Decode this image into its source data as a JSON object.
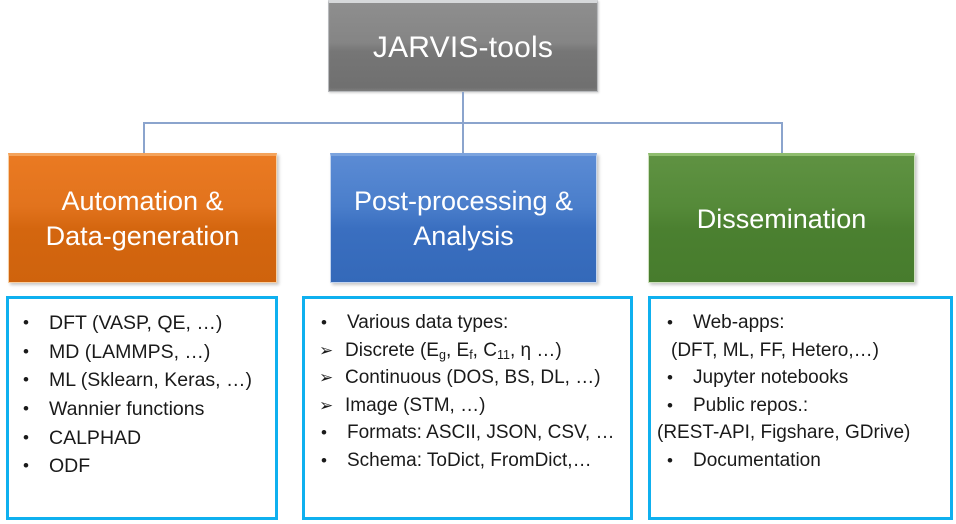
{
  "diagram": {
    "root": {
      "label": "JARVIS-tools"
    },
    "categories": [
      {
        "label": "Automation &\nData-generation",
        "color": "#d4660f"
      },
      {
        "label": "Post-processing &\nAnalysis",
        "color": "#3a6fc0"
      },
      {
        "label": "Dissemination",
        "color": "#4b8030"
      }
    ],
    "details": [
      {
        "border_color": "#0fb0ef",
        "items": [
          {
            "marker": "dot",
            "text": "DFT (VASP, QE, …)"
          },
          {
            "marker": "dot",
            "text": "MD (LAMMPS, …)"
          },
          {
            "marker": "dot",
            "text": "ML (Sklearn, Keras, …)"
          },
          {
            "marker": "dot",
            "text": "Wannier functions"
          },
          {
            "marker": "dot",
            "text": "CALPHAD"
          },
          {
            "marker": "dot",
            "text": "ODF"
          }
        ]
      },
      {
        "border_color": "#0fb0ef",
        "items": [
          {
            "marker": "dot",
            "text": "Various data types:"
          },
          {
            "marker": "arrow",
            "text": "Discrete (E<sub>g</sub>, E<sub>f</sub>, C<sub>11</sub>, η …)",
            "html": true
          },
          {
            "marker": "arrow",
            "text": "Continuous (DOS, BS, DL, …)"
          },
          {
            "marker": "arrow",
            "text": "Image (STM, …)"
          },
          {
            "marker": "dot",
            "text": "Formats: ASCII, JSON, CSV, …"
          },
          {
            "marker": "dot",
            "text": "Schema: ToDict, FromDict,…"
          }
        ]
      },
      {
        "border_color": "#0fb0ef",
        "items": [
          {
            "marker": "dot",
            "text": "Web-apps:"
          },
          {
            "marker": "none",
            "text": "(DFT, ML, FF, Hetero,…)",
            "indent": true
          },
          {
            "marker": "dot",
            "text": "Jupyter notebooks"
          },
          {
            "marker": "dot",
            "text": "Public repos.:"
          },
          {
            "marker": "none",
            "text": "(REST-API, Figshare, GDrive)"
          },
          {
            "marker": "dot",
            "text": "Documentation"
          }
        ]
      }
    ],
    "markers": {
      "dot": "•",
      "arrow": "➢"
    }
  }
}
